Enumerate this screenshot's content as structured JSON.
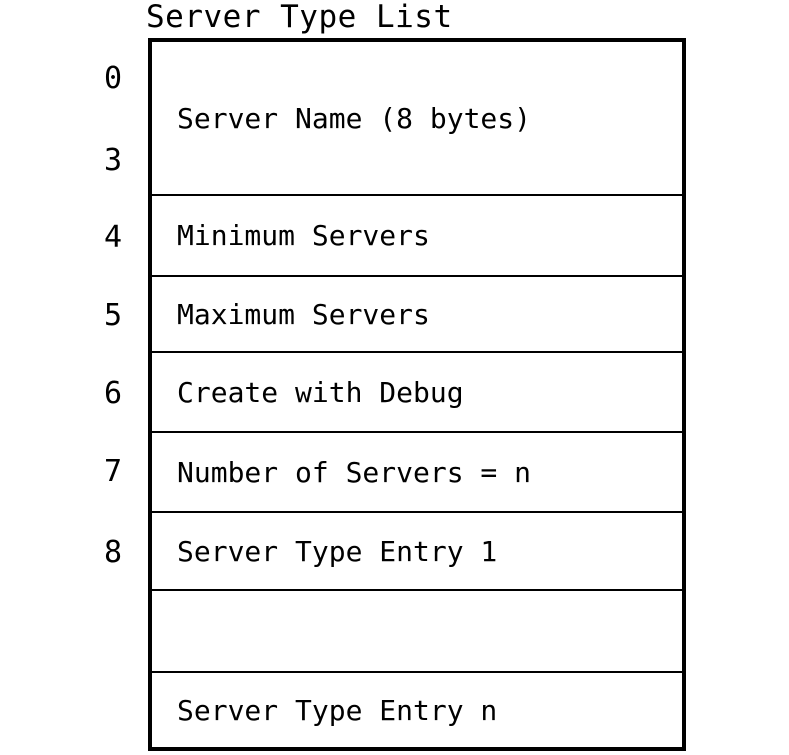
{
  "title": "Server Type List",
  "structure": {
    "rows": [
      {
        "label": "Server Name (8 bytes)"
      },
      {
        "label": "Minimum Servers"
      },
      {
        "label": "Maximum Servers"
      },
      {
        "label": "Create with Debug"
      },
      {
        "label": "Number of Servers = n"
      },
      {
        "label": "Server Type Entry 1"
      },
      {
        "label": ""
      },
      {
        "label": "Server Type Entry n"
      }
    ],
    "offsets": [
      "0",
      "3",
      "4",
      "5",
      "6",
      "7",
      "8"
    ]
  },
  "colors": {
    "line": "#000000",
    "background": "#ffffff",
    "text": "#000000"
  }
}
